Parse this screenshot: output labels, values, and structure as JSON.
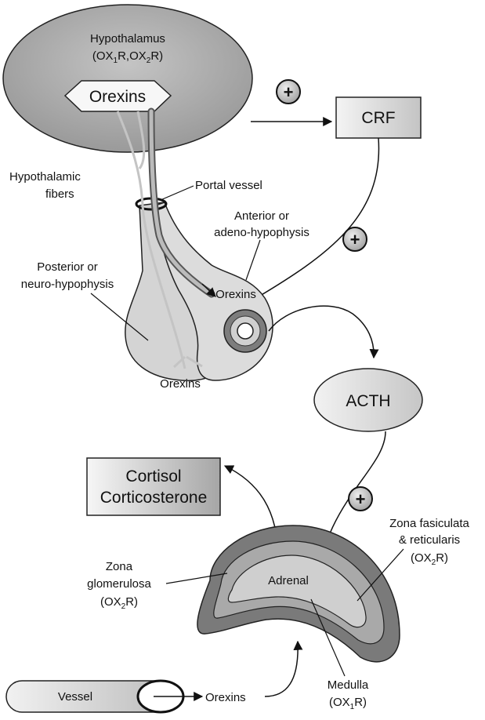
{
  "hypothalamus": {
    "title": "Hypothalamus",
    "receptors": {
      "open": "(OX",
      "s1": "1",
      "mid1": "R,OX",
      "s2": "2",
      "close": "R)"
    },
    "orexins": "Orexins"
  },
  "plus": "+",
  "crf": "CRF",
  "hypothalamic_fibers": {
    "line1": "Hypothalamic",
    "line2": "fibers"
  },
  "portal_vessel": "Portal vessel",
  "anterior": {
    "line1": "Anterior or",
    "line2": "adeno-hypophysis"
  },
  "posterior": {
    "line1": "Posterior or",
    "line2": "neuro-hypophysis"
  },
  "orexins_anterior": "Orexins",
  "orexins_posterior": "Orexins",
  "acth": "ACTH",
  "cortisol": {
    "line1": "Cortisol",
    "line2": "Corticosterone"
  },
  "zona_glomerulosa": {
    "line1": "Zona",
    "line2": "glomerulosa",
    "rec": {
      "open": "(OX",
      "sub": "2",
      "close": "R)"
    }
  },
  "zona_fasciculata": {
    "line1": "Zona fasiculata",
    "line2": "& reticularis",
    "rec": {
      "open": "(OX",
      "sub": "2",
      "close": "R)"
    }
  },
  "adrenal": "Adrenal",
  "medulla": {
    "line1": "Medulla",
    "rec": {
      "open": "(OX",
      "sub": "1",
      "close": "R)"
    }
  },
  "vessel": "Vessel",
  "orexins_vessel": "Orexins",
  "colors": {
    "hypothalamus": "#a6a6a6",
    "pituitary": "#d4d4d4",
    "adrenal_outer": "#7a7a7a",
    "adrenal_mid": "#a9a9a9",
    "adrenal_inner": "#cfcfcf",
    "acth": "#d9d9d9"
  }
}
